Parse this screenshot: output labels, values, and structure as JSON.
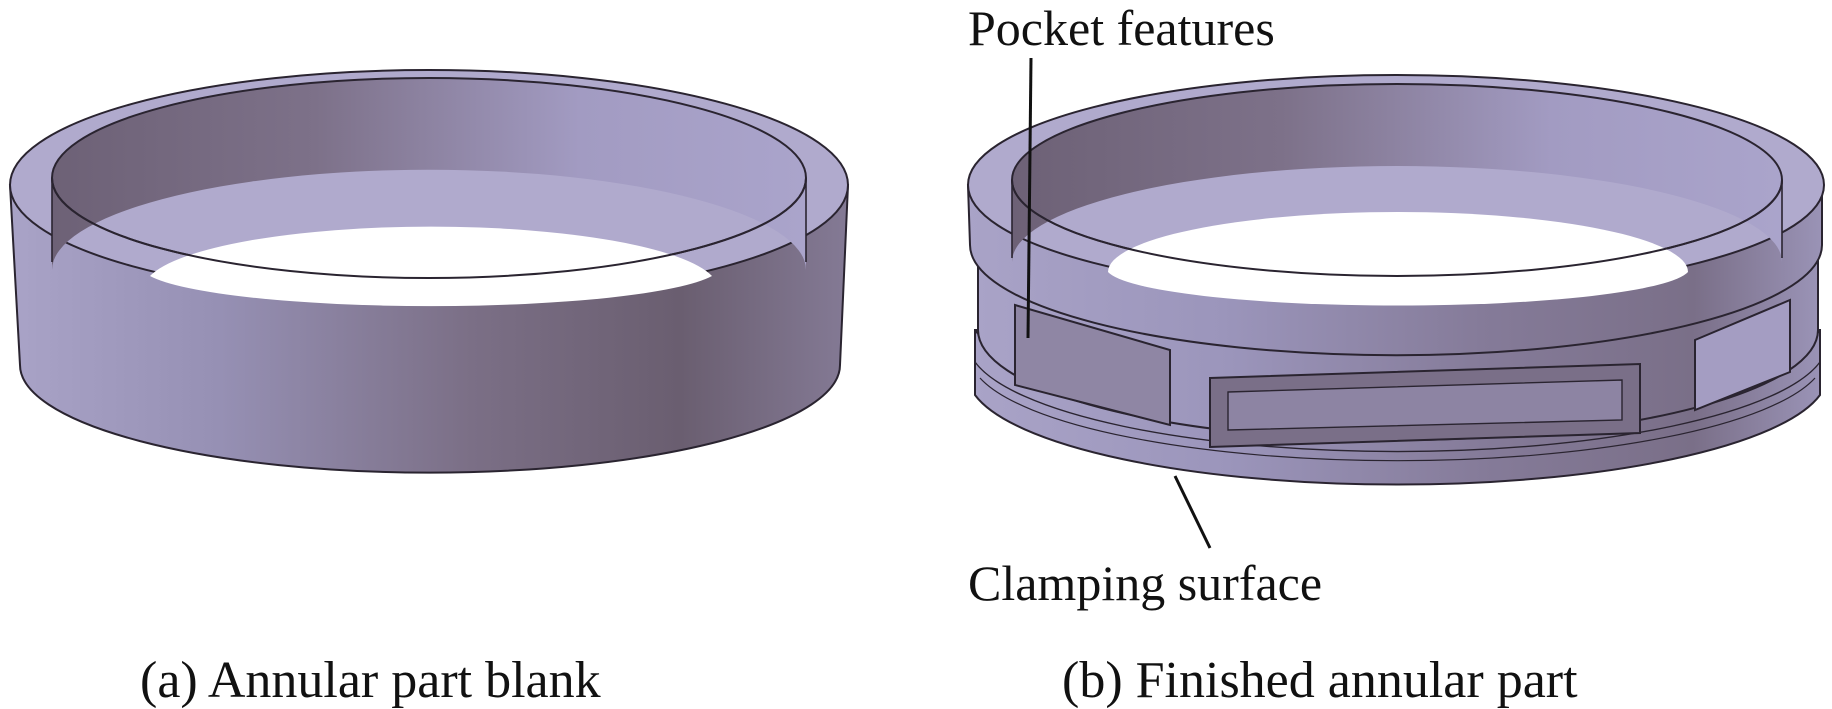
{
  "panels": {
    "a": {
      "caption": "(a) Annular part blank"
    },
    "b": {
      "caption": "(b) Finished annular part",
      "annotations": {
        "pocket": "Pocket features",
        "clamping": "Clamping surface"
      }
    }
  },
  "colors": {
    "part_light": "#a59fc5",
    "part_mid": "#8c82a1",
    "part_dark": "#6c6073",
    "edge": "#2a2430"
  }
}
